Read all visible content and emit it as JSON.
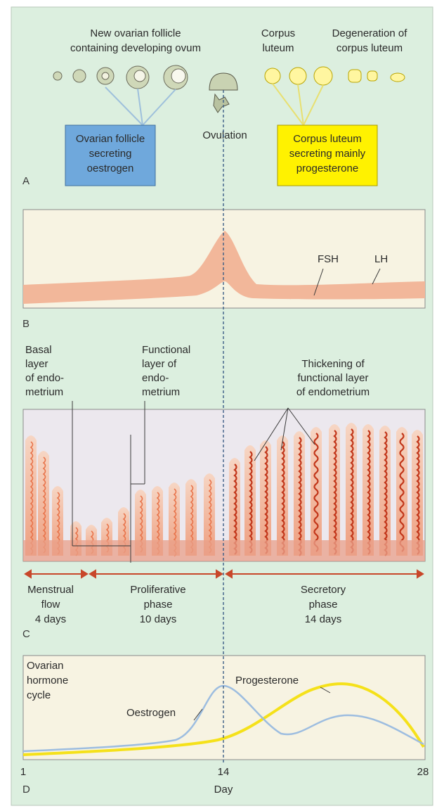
{
  "panel_a": {
    "letter": "A",
    "follicle_title_1": "New ovarian follicle",
    "follicle_title_2": "containing developing ovum",
    "corpus_title_1": "Corpus",
    "corpus_title_2": "luteum",
    "degeneration_title_1": "Degeneration of",
    "degeneration_title_2": "corpus luteum",
    "ovulation": "Ovulation",
    "follicle_box": [
      "Ovarian follicle",
      "secreting",
      "oestrogen"
    ],
    "corpus_box": [
      "Corpus luteum",
      "secreting mainly",
      "progesterone"
    ],
    "follicle_box_color": "#6fa8dc",
    "corpus_box_color": "#fff200"
  },
  "panel_b": {
    "letter": "B",
    "fsh_label": "FSH",
    "lh_label": "LH",
    "band_color": "#f2b79a"
  },
  "panel_c": {
    "letter": "C",
    "basal_label": [
      "Basal",
      "layer",
      "of endo-",
      "metrium"
    ],
    "functional_label": [
      "Functional",
      "layer of",
      "endo-",
      "metrium"
    ],
    "thickening_label": [
      "Thickening of",
      "functional layer",
      "of endometrium"
    ],
    "phases": [
      {
        "name": "Menstrual",
        "name2": "flow",
        "duration": "4 days"
      },
      {
        "name": "Proliferative",
        "name2": "phase",
        "duration": "10 days"
      },
      {
        "name": "Secretory",
        "name2": "phase",
        "duration": "14 days"
      }
    ],
    "tissue_color": "#e8734a"
  },
  "panel_d": {
    "letter": "D",
    "title": [
      "Ovarian",
      "hormone",
      "cycle"
    ],
    "x_ticks": [
      "1",
      "14",
      "28"
    ],
    "xlabel": "Day",
    "oestrogen_label": "Oestrogen",
    "progesterone_label": "Progesterone",
    "oestrogen_color": "#9dbde0",
    "progesterone_color": "#f5e11a"
  }
}
